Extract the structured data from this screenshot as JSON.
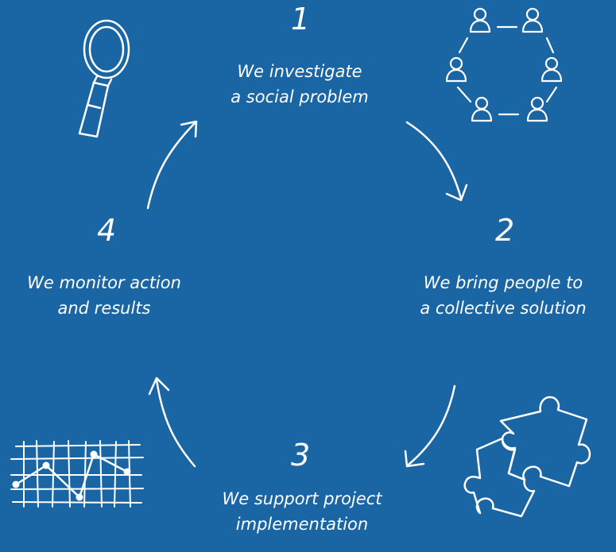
{
  "steps": [
    {
      "number": "1",
      "line1": "We investigate",
      "line2": "a social problem"
    },
    {
      "number": "2",
      "line1": "We bring people to",
      "line2": "a collective solution"
    },
    {
      "number": "3",
      "line1": "We support project",
      "line2": "implementation"
    },
    {
      "number": "4",
      "line1": "We monitor action",
      "line2": "and results"
    }
  ],
  "colors": {
    "background": "#1a65a4",
    "foreground": "#ffffff"
  },
  "icons": [
    "magnifier-icon",
    "people-circle-icon",
    "puzzle-icon",
    "line-graph-icon"
  ]
}
